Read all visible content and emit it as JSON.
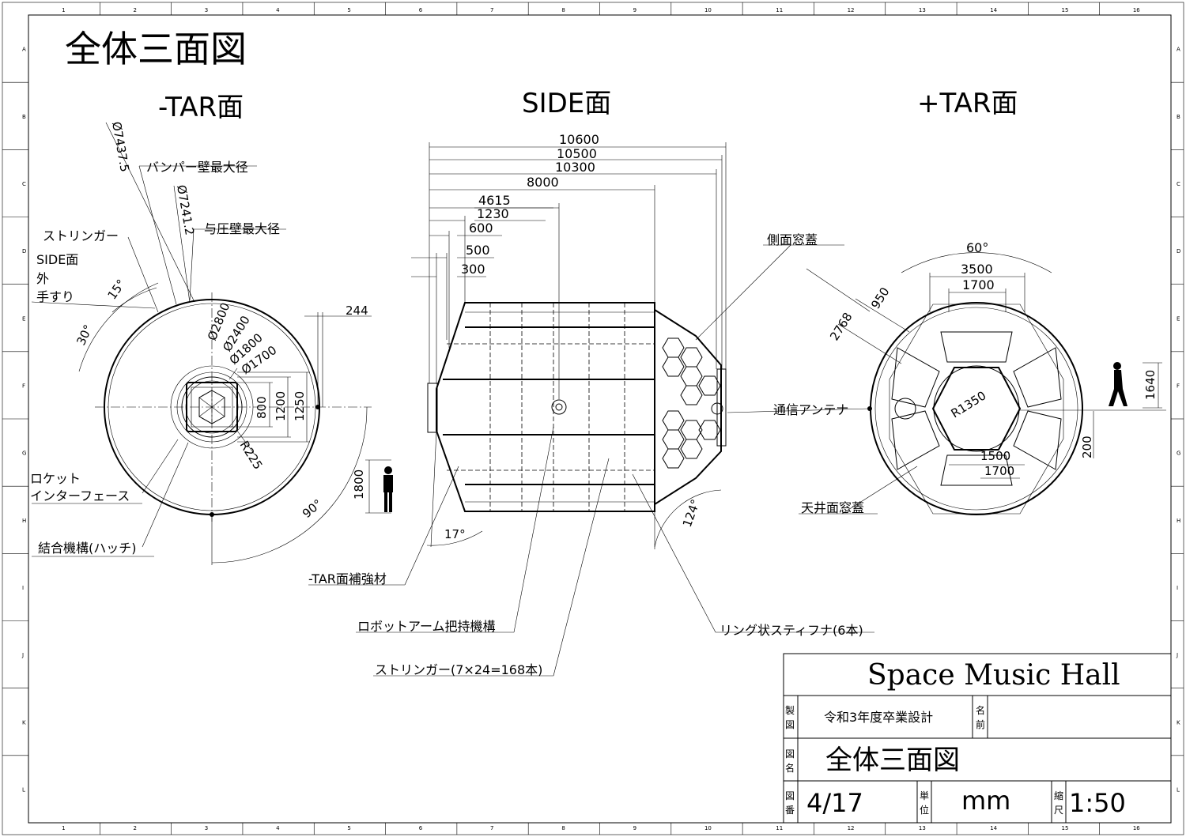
{
  "title": "全体三面図",
  "views": {
    "minus_tar": "-TAR面",
    "side": "SIDE面",
    "plus_tar": "+TAR面"
  },
  "minus_tar": {
    "dims": {
      "d7437": "Ø7437.5",
      "d7241": "Ø7241.2",
      "d2800": "Ø2800",
      "d2400": "Ø2400",
      "d1800": "Ø1800",
      "d1700": "Ø1700",
      "a15": "15°",
      "a30": "30°",
      "a90": "90°",
      "r225": "R225",
      "v800": "800",
      "v1200": "1200",
      "v1250": "1250",
      "v244": "244",
      "v1800": "1800"
    },
    "labels": {
      "bumper": "バンパー壁最大径",
      "pressure": "与圧壁最大径",
      "stringer": "ストリンガー",
      "side_rail_1": "SIDE面",
      "side_rail_2": "外",
      "side_rail_3": "手すり",
      "rocket_1": "ロケット",
      "rocket_2": "インターフェース",
      "hatch": "結合機構(ハッチ)"
    }
  },
  "side": {
    "dims": {
      "d10600": "10600",
      "d10500": "10500",
      "d10300": "10300",
      "d8000": "8000",
      "d4615": "4615",
      "d1230": "1230",
      "d600": "600",
      "d500": "500",
      "d300": "300",
      "a17": "17°",
      "a124": "124°"
    },
    "labels": {
      "side_window": "側面窓蓋",
      "tar_reinforce": "-TAR面補強材",
      "robot_arm": "ロボットアーム把持機構",
      "stringer_count": "ストリンガー(7×24=168本)",
      "ring_stiffener": "リング状スティフナ(6本)"
    }
  },
  "plus_tar": {
    "dims": {
      "a60": "60°",
      "d3500": "3500",
      "d1700a": "1700",
      "d950": "950",
      "d2768": "2768",
      "r1350": "R1350",
      "d1640": "1640",
      "d200": "200",
      "d1500": "1500",
      "d1700b": "1700"
    },
    "labels": {
      "antenna": "通信アンテナ",
      "ceiling_window": "天井面窓蓋"
    }
  },
  "title_block": {
    "project": "Space Music Hall",
    "made_label_1": "製",
    "made_label_2": "図",
    "made_value": "令和3年度卒業設計",
    "name_label_1": "名",
    "name_label_2": "前",
    "name_value": "",
    "drawing_label_1": "図",
    "drawing_label_2": "名",
    "drawing_value": "全体三面図",
    "number_label_1": "図",
    "number_label_2": "番",
    "number_value": "4/17",
    "unit_label_1": "単",
    "unit_label_2": "位",
    "unit_value": "mm",
    "scale_label_1": "縮",
    "scale_label_2": "尺",
    "scale_value": "1:50"
  },
  "grid": {
    "cols": [
      "1",
      "2",
      "3",
      "4",
      "5",
      "6",
      "7",
      "8",
      "9",
      "10",
      "11",
      "12",
      "13",
      "14",
      "15",
      "16"
    ],
    "rows": [
      "A",
      "B",
      "C",
      "D",
      "E",
      "F",
      "G",
      "H",
      "I",
      "J",
      "K",
      "L"
    ]
  }
}
